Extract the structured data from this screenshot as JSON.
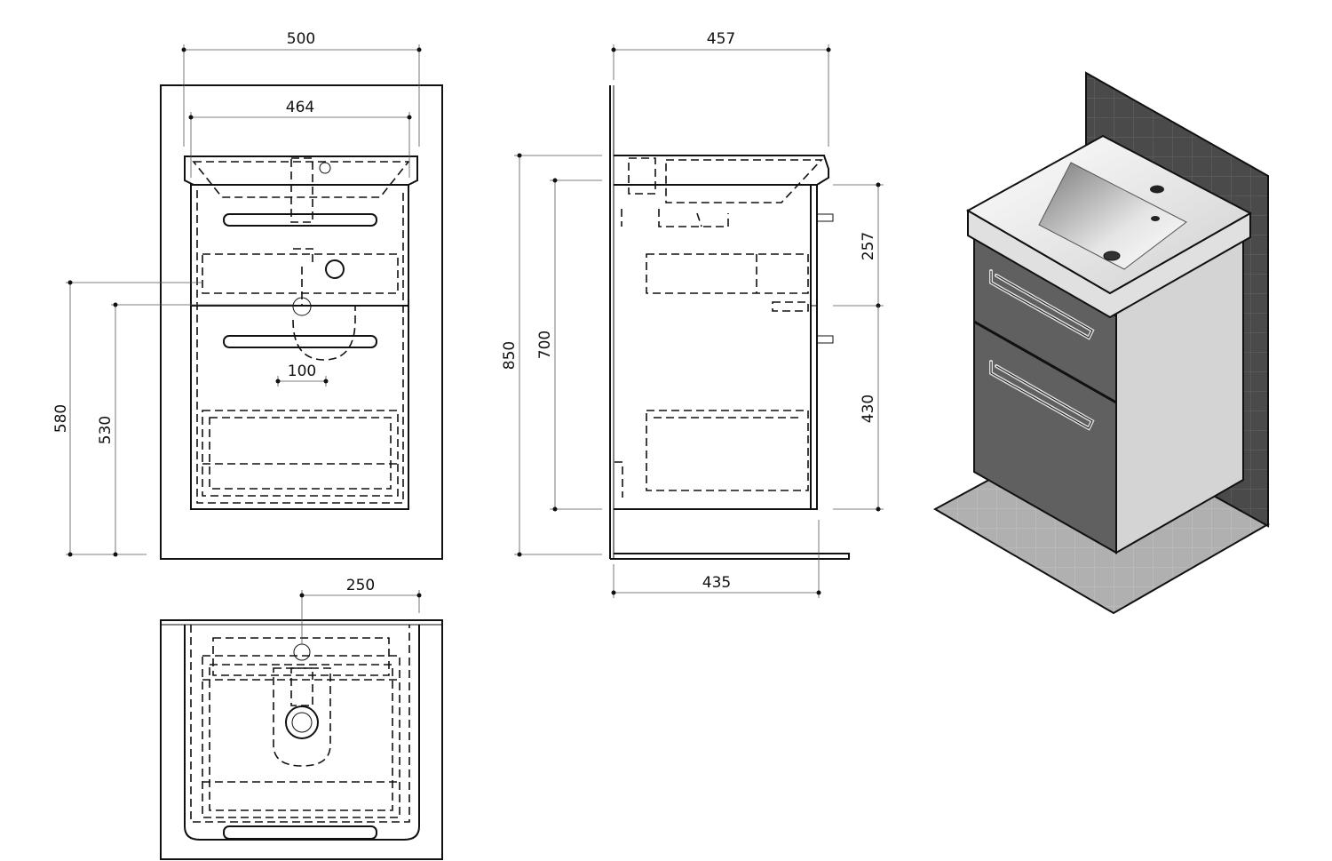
{
  "dimensions": {
    "front_overall_width": "500",
    "front_inner_width": "464",
    "front_height_to_drawer_top": "580",
    "front_height_to_drawer_bottom": "530",
    "front_siphon_offset": "100",
    "side_depth_top": "457",
    "side_depth_bottom": "435",
    "side_total_height": "850",
    "side_cabinet_height": "700",
    "side_upper_drawer": "257",
    "side_lower_drawer": "430",
    "top_siphon_offset": "250"
  },
  "colors": {
    "line": "#111111",
    "wall_tile": "#4a4a4a",
    "floor": "#b0b0b0",
    "cabinet_front": "#606060",
    "basin": "#f2f2f2"
  }
}
